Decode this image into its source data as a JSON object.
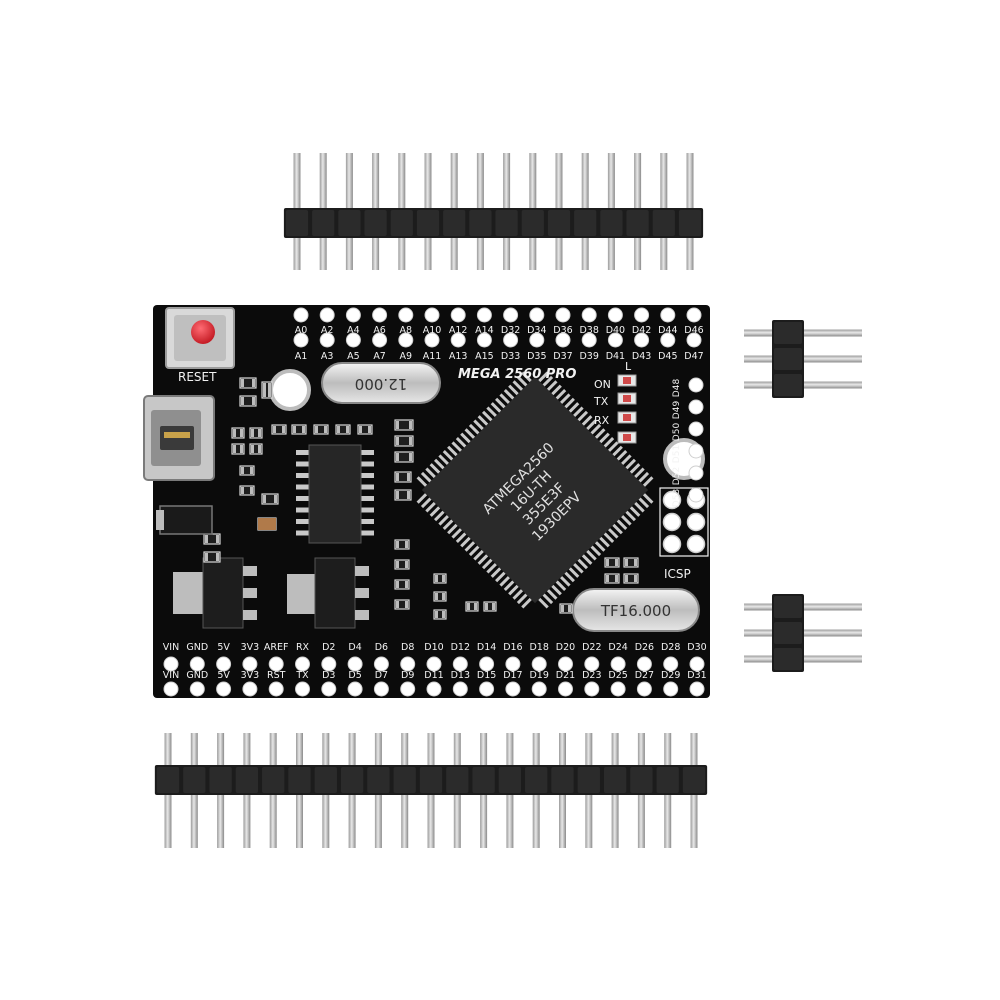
{
  "board": {
    "model": "MEGA 2560 PRO",
    "reset_label": "RESET",
    "icsp_label": "ICSP",
    "led_labels": [
      "ON",
      "TX",
      "RX"
    ],
    "extra_label": "L"
  },
  "chip": {
    "lines": [
      "ATMEGA2560",
      "16U-TH",
      "355E3F",
      "1930EPV"
    ]
  },
  "crystals": {
    "top": "12.000",
    "bottom": "TF16.000"
  },
  "header_labels": {
    "top_row_upper": [
      "A0",
      "A2",
      "A4",
      "A6",
      "A8",
      "A10",
      "A12",
      "A14",
      "D32",
      "D34",
      "D36",
      "D38",
      "D40",
      "D42",
      "D44",
      "D46"
    ],
    "top_row_lower": [
      "A1",
      "A3",
      "A5",
      "A7",
      "A9",
      "A11",
      "A13",
      "A15",
      "D33",
      "D35",
      "D37",
      "D39",
      "D41",
      "D43",
      "D45",
      "D47"
    ],
    "right_column": [
      "D48",
      "D49",
      "D50",
      "D51",
      "D52",
      "D53"
    ],
    "bottom_row_upper": [
      "VIN",
      "GND",
      "5V",
      "3V3",
      "AREF",
      "RX",
      "D2",
      "D4",
      "D6",
      "D8",
      "D10",
      "D12",
      "D14",
      "D16",
      "D18",
      "D20",
      "D22",
      "D24",
      "D26",
      "D28",
      "D30"
    ],
    "bottom_row_lower": [
      "VIN",
      "GND",
      "5V",
      "3V3",
      "RST",
      "TX",
      "D3",
      "D5",
      "D7",
      "D9",
      "D11",
      "D13",
      "D15",
      "D17",
      "D19",
      "D21",
      "D23",
      "D25",
      "D27",
      "D29",
      "D31"
    ]
  },
  "colors": {
    "pcb": "#0b0b0b",
    "silkscreen": "#f2f2f2",
    "pin_metal": "#c9c9c9",
    "plastic": "#1c1c1c",
    "reset_button": "#d8232f",
    "chip": "#2a2a2a"
  },
  "accessories": {
    "top_header_pins": 16,
    "bottom_header_pins": 21,
    "side_header_pins": 3
  }
}
